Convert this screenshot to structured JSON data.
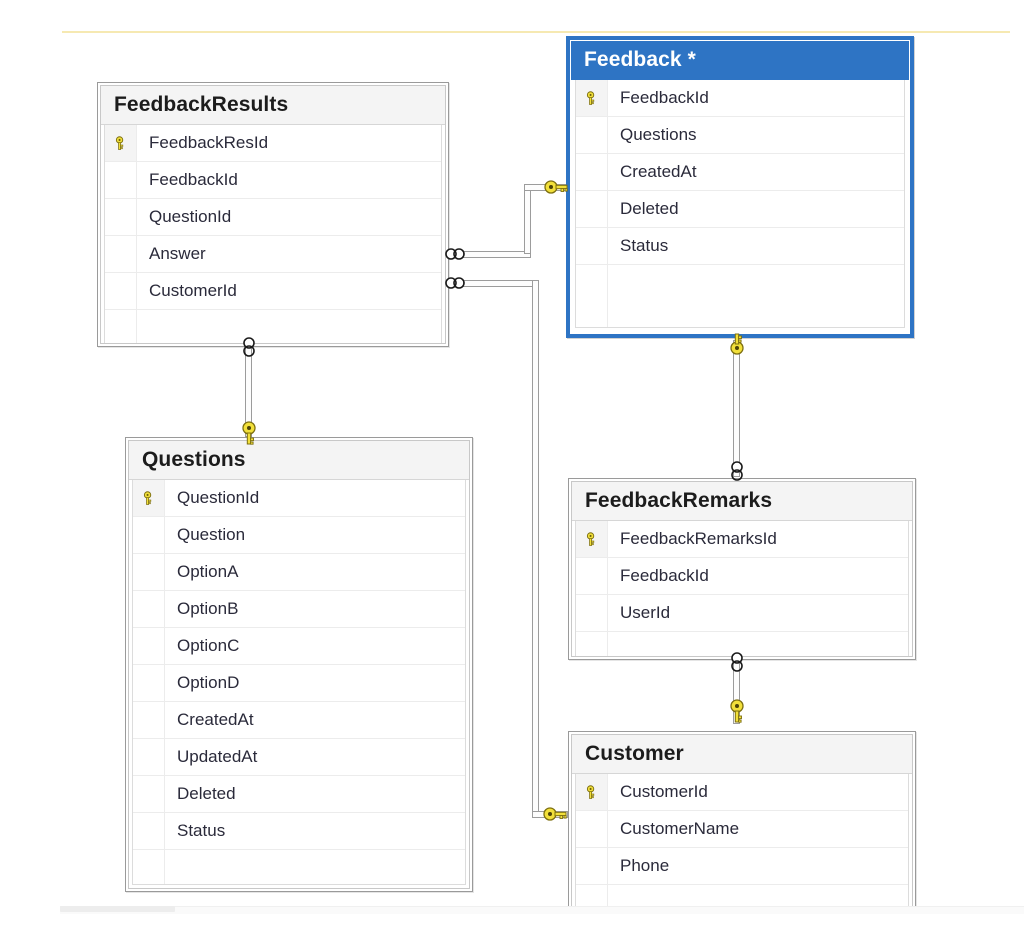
{
  "app": {
    "kind": "database-diagram",
    "selected_table": "Feedback *"
  },
  "icons": {
    "primary_key": "key-icon",
    "many_end": "infinity-icon",
    "one_end": "key-icon"
  },
  "colors": {
    "selection_blue": "#2e74c4",
    "header_gray": "#f4f4f4",
    "card_border": "#9a9a9a",
    "field_text": "#2a2a3a",
    "key_yellow": "#f2e03a",
    "top_rule": "#f6e9b2"
  },
  "tables": [
    {
      "id": "feedbackresults",
      "name": "FeedbackResults",
      "selected": false,
      "fields": [
        {
          "name": "FeedbackResId",
          "pk": true
        },
        {
          "name": "FeedbackId",
          "pk": false
        },
        {
          "name": "QuestionId",
          "pk": false
        },
        {
          "name": "Answer",
          "pk": false
        },
        {
          "name": "CustomerId",
          "pk": false
        }
      ]
    },
    {
      "id": "feedback",
      "name": "Feedback *",
      "selected": true,
      "fields": [
        {
          "name": "FeedbackId",
          "pk": true
        },
        {
          "name": "Questions",
          "pk": false
        },
        {
          "name": "CreatedAt",
          "pk": false
        },
        {
          "name": "Deleted",
          "pk": false
        },
        {
          "name": "Status",
          "pk": false
        }
      ]
    },
    {
      "id": "questions",
      "name": "Questions",
      "selected": false,
      "fields": [
        {
          "name": "QuestionId",
          "pk": true
        },
        {
          "name": "Question",
          "pk": false
        },
        {
          "name": "OptionA",
          "pk": false
        },
        {
          "name": "OptionB",
          "pk": false
        },
        {
          "name": "OptionC",
          "pk": false
        },
        {
          "name": "OptionD",
          "pk": false
        },
        {
          "name": "CreatedAt",
          "pk": false
        },
        {
          "name": "UpdatedAt",
          "pk": false
        },
        {
          "name": "Deleted",
          "pk": false
        },
        {
          "name": "Status",
          "pk": false
        }
      ]
    },
    {
      "id": "feedbackremarks",
      "name": "FeedbackRemarks",
      "selected": false,
      "fields": [
        {
          "name": "FeedbackRemarksId",
          "pk": true
        },
        {
          "name": "FeedbackId",
          "pk": false
        },
        {
          "name": "UserId",
          "pk": false
        }
      ]
    },
    {
      "id": "customer",
      "name": "Customer",
      "selected": false,
      "fields": [
        {
          "name": "CustomerId",
          "pk": true
        },
        {
          "name": "CustomerName",
          "pk": false
        },
        {
          "name": "Phone",
          "pk": false
        }
      ]
    }
  ],
  "relationships": [
    {
      "id": "rel-feedbackresults-feedback",
      "from_table": "FeedbackResults",
      "from_field": "FeedbackId",
      "from_cardinality": "many",
      "to_table": "Feedback *",
      "to_field": "FeedbackId",
      "to_cardinality": "one"
    },
    {
      "id": "rel-feedbackresults-customer",
      "from_table": "FeedbackResults",
      "from_field": "CustomerId",
      "from_cardinality": "many",
      "to_table": "Customer",
      "to_field": "CustomerId",
      "to_cardinality": "one"
    },
    {
      "id": "rel-questions-feedbackresults",
      "from_table": "FeedbackResults",
      "from_field": "QuestionId",
      "from_cardinality": "many",
      "to_table": "Questions",
      "to_field": "QuestionId",
      "to_cardinality": "one"
    },
    {
      "id": "rel-feedback-feedbackremarks",
      "from_table": "FeedbackRemarks",
      "from_field": "FeedbackId",
      "from_cardinality": "many",
      "to_table": "Feedback *",
      "to_field": "FeedbackId",
      "to_cardinality": "one"
    },
    {
      "id": "rel-customer-feedbackremarks",
      "from_table": "FeedbackRemarks",
      "from_field": "UserId",
      "from_cardinality": "many",
      "to_table": "Customer",
      "to_field": "CustomerId",
      "to_cardinality": "one"
    }
  ]
}
